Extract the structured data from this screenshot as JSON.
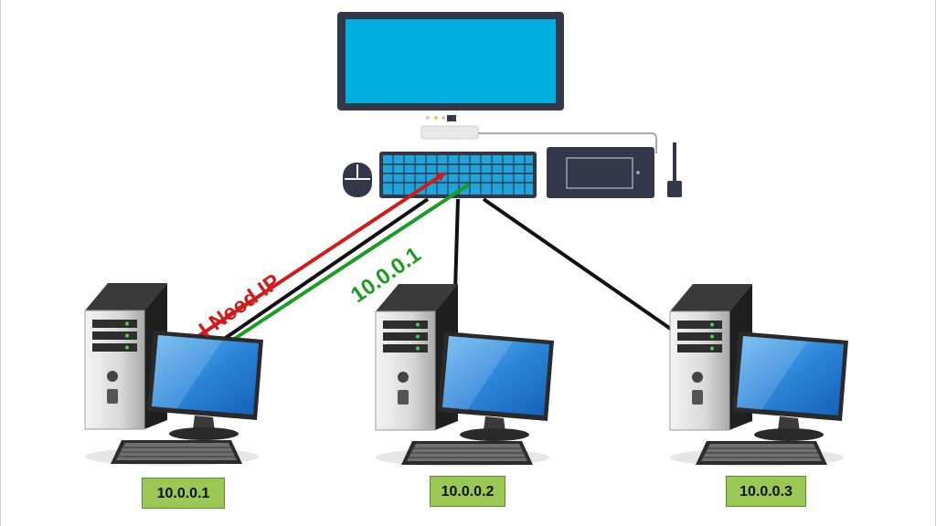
{
  "diagram": {
    "messages": {
      "request": "I Need IP",
      "reply": "10.0.0.1"
    },
    "hosts": [
      {
        "ip": "10.0.0.1"
      },
      {
        "ip": "10.0.0.2"
      },
      {
        "ip": "10.0.0.3"
      }
    ],
    "colors": {
      "request_arrow": "#d11a1a",
      "reply_arrow": "#1c9a22",
      "ip_label_bg": "#9bc855",
      "server_screen": "#00aee0",
      "keyboard": "#1fa4dc",
      "client_screen": "#2d86d9"
    },
    "icons": [
      "server-monitor-icon",
      "mouse-icon",
      "keyboard-icon",
      "tablet-icon",
      "stylus-icon",
      "client-computer-icon"
    ]
  }
}
